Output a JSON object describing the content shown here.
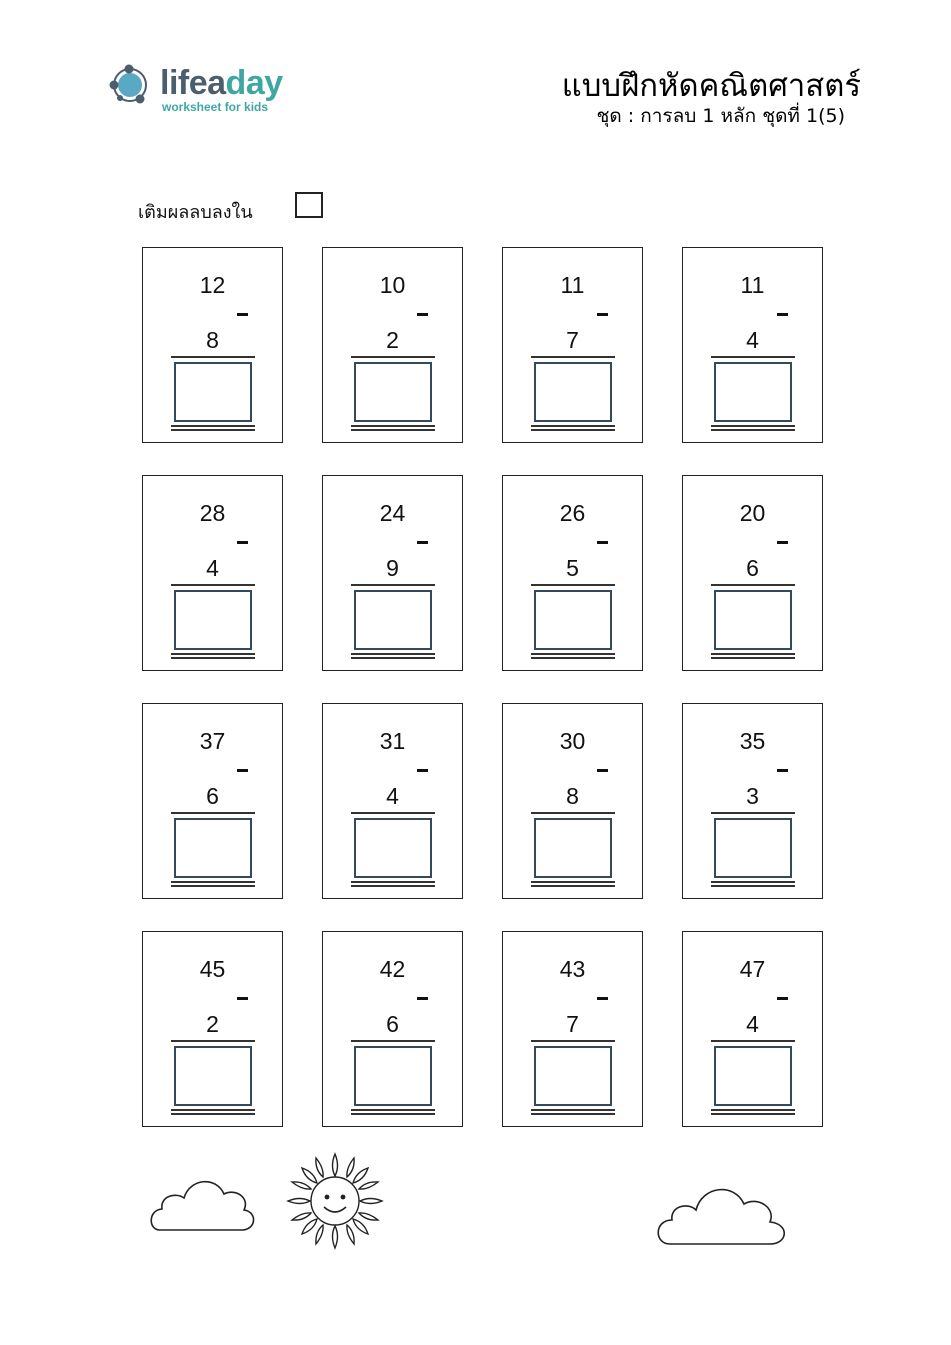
{
  "logo": {
    "name_part1": "lifea",
    "name_part2": "day",
    "tagline": "worksheet for kids"
  },
  "header": {
    "title": "แบบฝึกหัดคณิตศาสตร์",
    "subtitle": "ชุด : การลบ 1 หลัก ชุดที่ 1(5)"
  },
  "instruction": "เติมผลลบลงใน",
  "problems": [
    {
      "top": "12",
      "bottom": "8"
    },
    {
      "top": "10",
      "bottom": "2"
    },
    {
      "top": "11",
      "bottom": "7"
    },
    {
      "top": "11",
      "bottom": "4"
    },
    {
      "top": "28",
      "bottom": "4"
    },
    {
      "top": "24",
      "bottom": "9"
    },
    {
      "top": "26",
      "bottom": "5"
    },
    {
      "top": "20",
      "bottom": "6"
    },
    {
      "top": "37",
      "bottom": "6"
    },
    {
      "top": "31",
      "bottom": "4"
    },
    {
      "top": "30",
      "bottom": "8"
    },
    {
      "top": "35",
      "bottom": "3"
    },
    {
      "top": "45",
      "bottom": "2"
    },
    {
      "top": "42",
      "bottom": "6"
    },
    {
      "top": "43",
      "bottom": "7"
    },
    {
      "top": "47",
      "bottom": "4"
    }
  ],
  "decorations": [
    "cloud-icon",
    "sun-icon",
    "cloud-icon"
  ],
  "colors": {
    "brand_dark": "#4b5e6e",
    "brand_teal": "#3fa7a3",
    "answer_box": "#34495e"
  }
}
